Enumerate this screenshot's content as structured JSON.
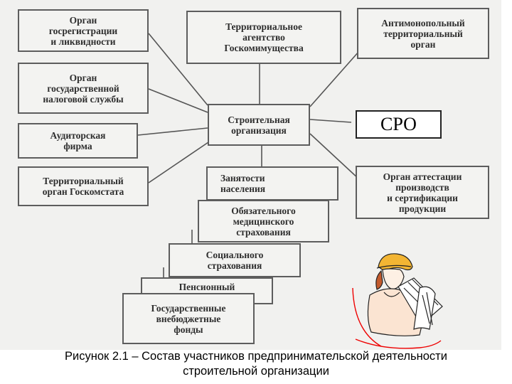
{
  "boxes": {
    "registration": "Орган\nгосрегистрации\nи ликвидности",
    "property_agency": "Территориальное\nагентство\nГоскомимущества",
    "antimonopoly": "Антимонопольный\nтерриториальный\nорган",
    "tax": "Орган\nгосударственной\nналоговой службы",
    "construction": "Строительная\nорганизация",
    "sro": "СРО",
    "audit": "Аудиторская\nфирма",
    "statistics": "Территориальный\nорган Госкомстата",
    "employment": "Занятости\nнаселения",
    "certification": "Орган аттестации\nпроизводств\nи сертификации\nпродукции",
    "medical": "Обязательного\nмедицинского\nстрахования",
    "social": "Социального\nстрахования",
    "pension": "Пенсионный",
    "state_funds": "Государственные\nвнебюджетные\nфонды"
  },
  "caption": {
    "line1": "Рисунок 2.1 – Состав участников предпринимательской деятельности",
    "line2": "строительной организации"
  }
}
